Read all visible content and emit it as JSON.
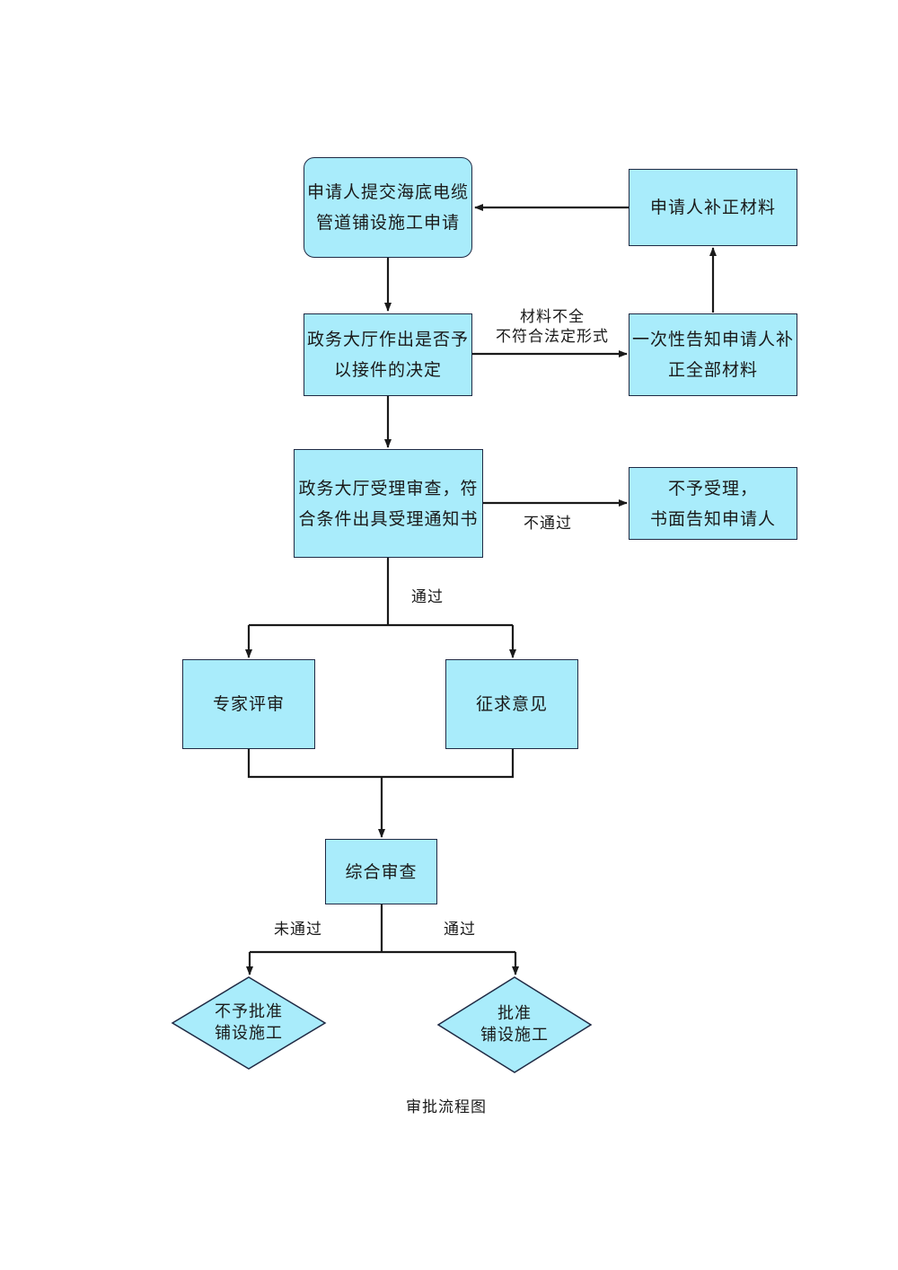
{
  "nodes": {
    "submit": [
      "申请人提交海底电缆",
      "管道铺设施工申请"
    ],
    "decision": [
      "政务大厅作出是否予",
      "以接件的决定"
    ],
    "review": [
      "政务大厅受理审查，符",
      "合条件出具受理通知书"
    ],
    "supplement": "申请人补正材料",
    "notify": [
      "一次性告知申请人补",
      "正全部材料"
    ],
    "reject_accept": [
      "不予受理，",
      "书面告知申请人"
    ],
    "expert": "专家评审",
    "opinion": "征求意见",
    "comprehensive": "综合审查",
    "deny": [
      "不予批准",
      "铺设施工"
    ],
    "approve": [
      "批准",
      "铺设施工"
    ]
  },
  "edge_labels": {
    "incomplete": [
      "材料不全",
      "不符合法定形式"
    ],
    "not_pass_review": "不通过",
    "pass_review": "通过",
    "not_pass_final": "未通过",
    "pass_final": "通过"
  },
  "caption": "审批流程图",
  "colors": {
    "box_fill": "#a9ecfb",
    "line": "#1a1a1a"
  }
}
